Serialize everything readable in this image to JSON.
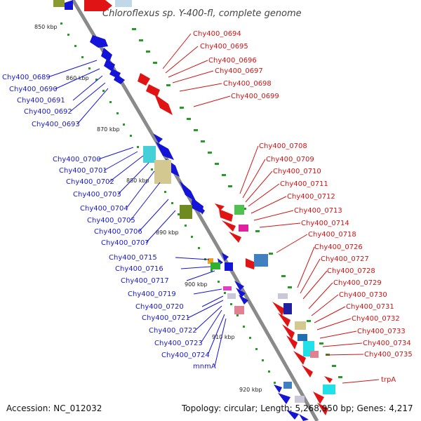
{
  "title": "Chloroflexus sp. Y-400-fl, complete genome",
  "footer": {
    "accession": "Accession: NC_012032",
    "topology": "Topology: circular; Length: 5,268,950 bp; Genes: 4,217"
  },
  "ticks": [
    "850 kbp",
    "860 kbp",
    "870 kbp",
    "880 kbp",
    "890 kbp",
    "900 kbp",
    "910 kbp",
    "920 kbp"
  ],
  "left_genes": [
    "Chy400_0689",
    "Chy400_0690",
    "Chy400_0691",
    "Chy400_0692",
    "Chy400_0693",
    "Chy400_0700",
    "Chy400_0701",
    "Chy400_0702",
    "Chy400_0703",
    "Chy400_0704",
    "Chy400_0705",
    "Chy400_0706",
    "Chy400_0707",
    "Chy400_0715",
    "Chy400_0716",
    "Chy400_0717",
    "Chy400_0719",
    "Chy400_0720",
    "Chy400_0721",
    "Chy400_0722",
    "Chy400_0723",
    "Chy400_0724",
    "mnmA"
  ],
  "right_genes": [
    "Chy400_0694",
    "Chy400_0695",
    "Chy400_0696",
    "Chy400_0697",
    "Chy400_0698",
    "Chy400_0699",
    "Chy400_0708",
    "Chy400_0709",
    "Chy400_0710",
    "Chy400_0711",
    "Chy400_0712",
    "Chy400_0713",
    "Chy400_0714",
    "Chy400_0718",
    "Chy400_0726",
    "Chy400_0727",
    "Chy400_0728",
    "Chy400_0729",
    "Chy400_0730",
    "Chy400_0731",
    "Chy400_0732",
    "Chy400_0733",
    "Chy400_0734",
    "Chy400_0735",
    "trpA"
  ],
  "colors": {
    "forward_strand": "#1414d8",
    "reverse_strand": "#e01414",
    "backbone": "#8a8a8a",
    "gc_dots": "#2a9a2a"
  }
}
